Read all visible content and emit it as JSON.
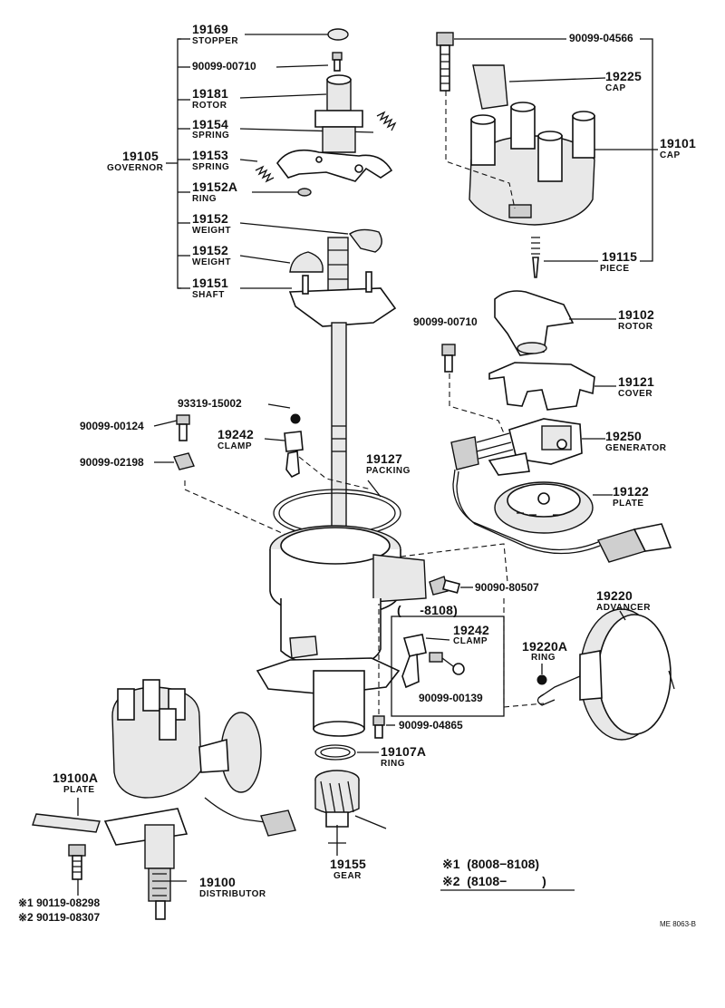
{
  "labels": {
    "p19169": {
      "num": "19169",
      "name": "STOPPER"
    },
    "p90099_00710_top": {
      "num": "90099-00710"
    },
    "p19181": {
      "num": "19181",
      "name": "ROTOR"
    },
    "p19154": {
      "num": "19154",
      "name": "SPRING"
    },
    "p19105": {
      "num": "19105",
      "name": "GOVERNOR"
    },
    "p19153": {
      "num": "19153",
      "name": "SPRING"
    },
    "p19152A": {
      "num": "19152A",
      "name": "RING"
    },
    "p19152_a": {
      "num": "19152",
      "name": "WEIGHT"
    },
    "p19152_b": {
      "num": "19152",
      "name": "WEIGHT"
    },
    "p19151": {
      "num": "19151",
      "name": "SHAFT"
    },
    "p90099_04566": {
      "num": "90099-04566"
    },
    "p19225": {
      "num": "19225",
      "name": "CAP"
    },
    "p19101": {
      "num": "19101",
      "name": "CAP"
    },
    "p19115": {
      "num": "19115",
      "name": "PIECE"
    },
    "p90099_00710_mid": {
      "num": "90099-00710"
    },
    "p19102": {
      "num": "19102",
      "name": "ROTOR"
    },
    "p19121": {
      "num": "19121",
      "name": "COVER"
    },
    "p93319_15002": {
      "num": "93319-15002"
    },
    "p90099_00124": {
      "num": "90099-00124"
    },
    "p19242_a": {
      "num": "19242",
      "name": "CLAMP"
    },
    "p19250": {
      "num": "19250",
      "name": "GENERATOR"
    },
    "p90099_02198": {
      "num": "90099-02198"
    },
    "p19127": {
      "num": "19127",
      "name": "PACKING"
    },
    "p19122": {
      "num": "19122",
      "name": "PLATE"
    },
    "p90090_80507": {
      "num": "90090-80507"
    },
    "p19220": {
      "num": "19220",
      "name": "ADVANCER"
    },
    "box_range": {
      "num": "(     -8108)"
    },
    "p19242_b": {
      "num": "19242",
      "name": "CLAMP"
    },
    "p19220A": {
      "num": "19220A",
      "name": "RING"
    },
    "p90099_00139": {
      "num": "90099-00139"
    },
    "p90099_04865": {
      "num": "90099-04865"
    },
    "p19107A": {
      "num": "19107A",
      "name": "RING"
    },
    "p19100A": {
      "num": "19100A",
      "name": "PLATE"
    },
    "p19155": {
      "num": "19155",
      "name": "GEAR"
    },
    "p19100": {
      "num": "19100",
      "name": "DISTRIBUTOR"
    },
    "p90119_08298": {
      "num": "※1 90119-08298"
    },
    "p90119_08307": {
      "num": "※2 90119-08307"
    }
  },
  "notes": {
    "n1": "※1  (8008−8108)",
    "n2": "※2  (8108−          )"
  },
  "code": "ME 8063-B"
}
